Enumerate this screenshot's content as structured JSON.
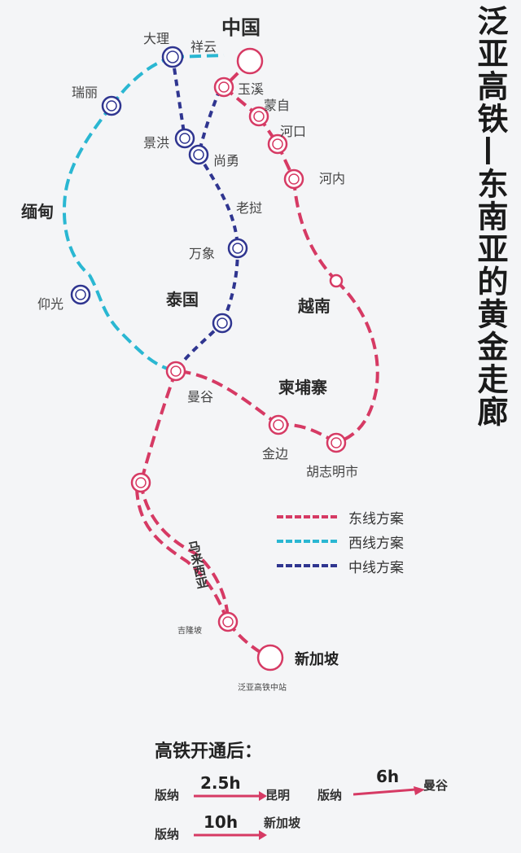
{
  "title": "泛亚高铁—东南亚的黄金走廊",
  "countries": {
    "china": "中国",
    "myanmar": "缅甸",
    "thailand": "泰国",
    "vietnam": "越南",
    "cambodia": "柬埔寨",
    "malaysia": "马来西亚"
  },
  "stations": {
    "dali": "大理",
    "xiangyun": "祥云",
    "ruili": "瑞丽",
    "jinghong": "景洪",
    "shangyong": "尚勇",
    "laos": "老挝",
    "vientiane": "万象",
    "yangon": "仰光",
    "yuxi": "玉溪",
    "mengzi": "蒙自",
    "hekou": "河口",
    "hanoi": "河内",
    "bangkok": "曼谷",
    "phnompenh": "金边",
    "hcmc": "胡志明市",
    "kl": "吉隆坡",
    "singapore": "新加坡",
    "singapore_sub": "泛亚高铁中站"
  },
  "legend": {
    "east": "东线方案",
    "west": "西线方案",
    "middle": "中线方案"
  },
  "colors": {
    "east": "#d63a64",
    "west": "#2ab7d2",
    "middle": "#2f3590"
  },
  "after": {
    "title": "高铁开通后：",
    "trips": [
      {
        "from": "版纳",
        "duration": "2.5h",
        "to": "昆明"
      },
      {
        "from": "版纳",
        "duration": "6h",
        "to": "曼谷"
      },
      {
        "from": "版纳",
        "duration": "10h",
        "to": "新加坡"
      }
    ]
  }
}
